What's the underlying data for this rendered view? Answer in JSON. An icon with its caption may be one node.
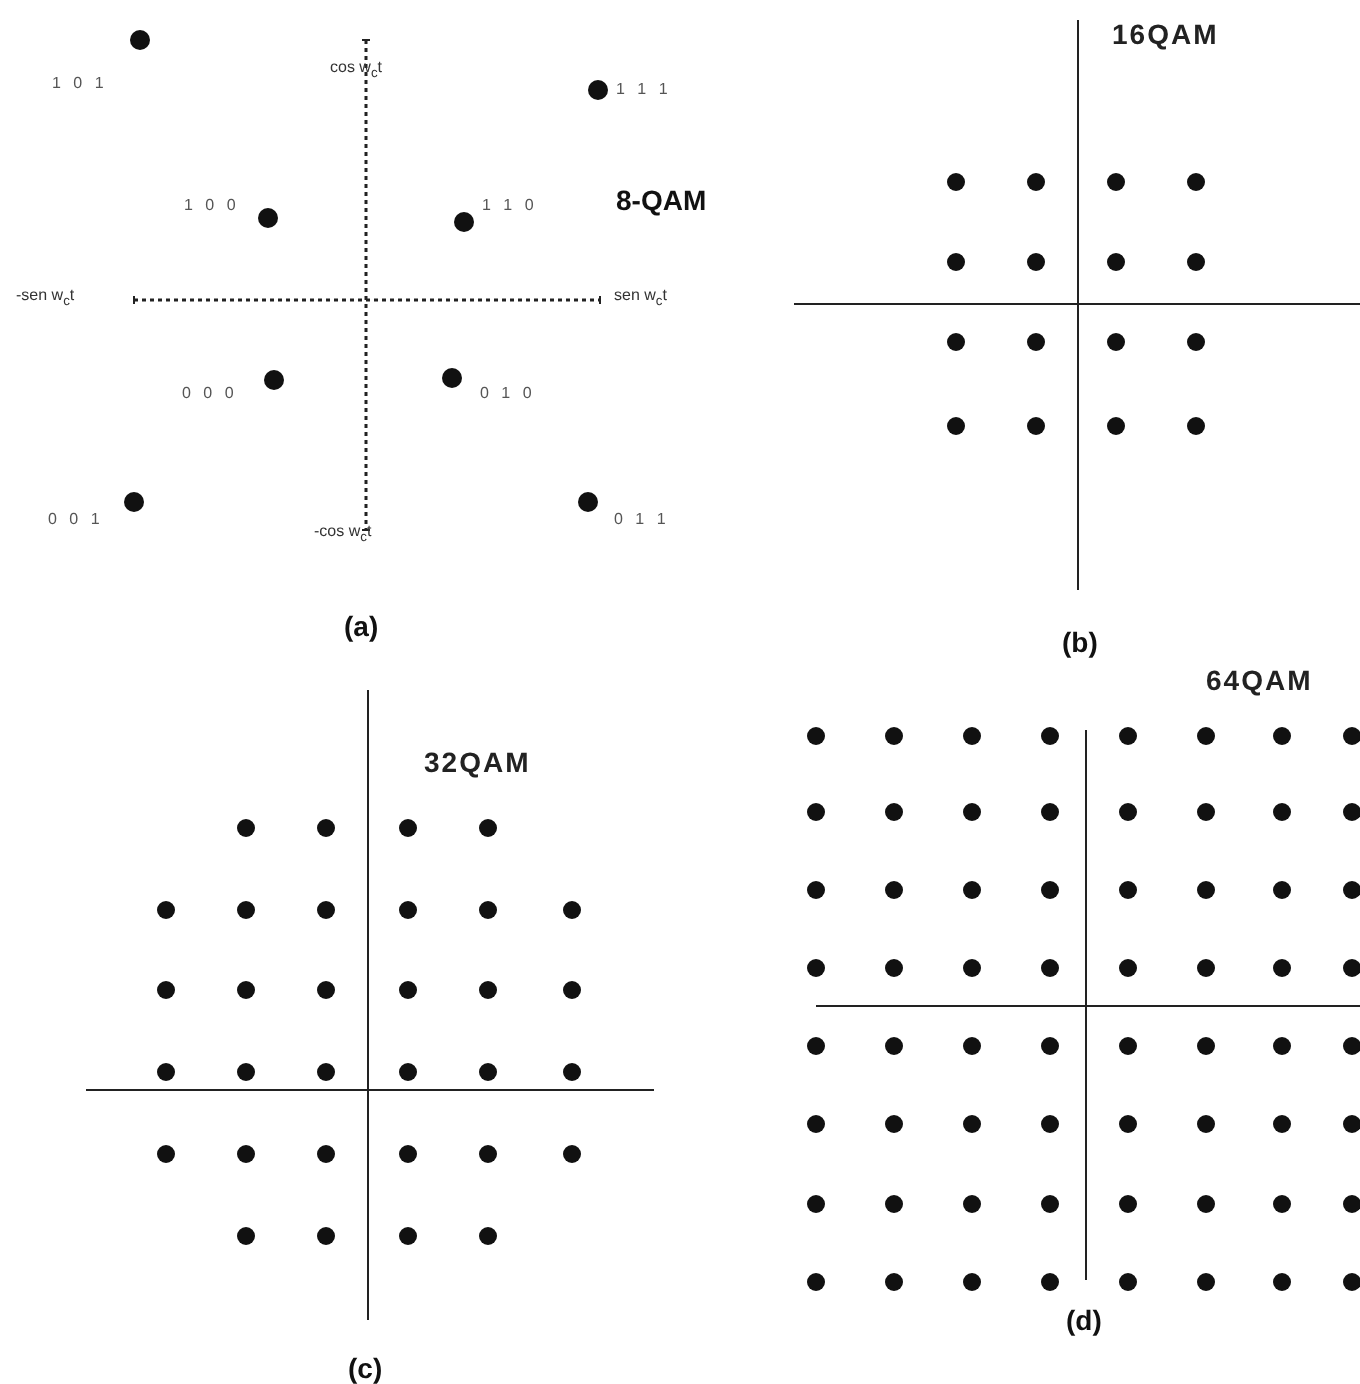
{
  "diagram": {
    "labels": [
      "1 0 1",
      "cos w$_{c}$t",
      "1 1 1",
      "8-QAM",
      "1 0 0",
      "1 1 0",
      "-sen w$_{c}$t",
      "sen w$_{c}$t",
      "0 0 0",
      "0 1 0",
      "0 0 1",
      "-cos w$_{c}$t",
      "0 1 1",
      "(a)",
      "16QAM",
      "(b)",
      "32QAM",
      "64QAM",
      "(c)",
      "(d)"
    ]
  }
}
